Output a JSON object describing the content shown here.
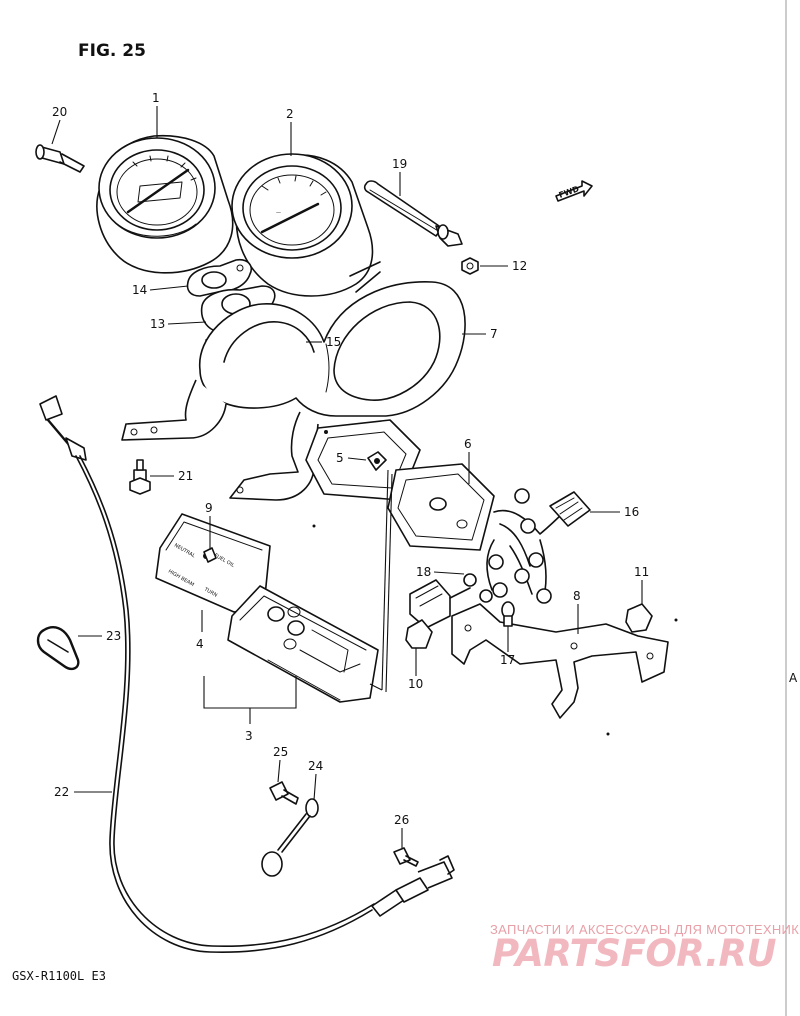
{
  "figure": {
    "title": "FIG. 25",
    "model": "GSX-R1100L  E3",
    "fwd_label": "FWD"
  },
  "instrument_labels": {
    "neutral": "NEUTRAL",
    "fuel_oil": "FUEL OIL",
    "high_beam": "HIGH BEAM",
    "turn": "TURN"
  },
  "callouts": [
    {
      "num": "1"
    },
    {
      "num": "2"
    },
    {
      "num": "3"
    },
    {
      "num": "4"
    },
    {
      "num": "5"
    },
    {
      "num": "6"
    },
    {
      "num": "7"
    },
    {
      "num": "8"
    },
    {
      "num": "9"
    },
    {
      "num": "10"
    },
    {
      "num": "11"
    },
    {
      "num": "12"
    },
    {
      "num": "13"
    },
    {
      "num": "14"
    },
    {
      "num": "15"
    },
    {
      "num": "16"
    },
    {
      "num": "17"
    },
    {
      "num": "18"
    },
    {
      "num": "19"
    },
    {
      "num": "20"
    },
    {
      "num": "21"
    },
    {
      "num": "22"
    },
    {
      "num": "23"
    },
    {
      "num": "24"
    },
    {
      "num": "25"
    },
    {
      "num": "26"
    }
  ],
  "watermark": {
    "tagline": "ЗАПЧАСТИ И АКСЕССУАРЫ ДЛЯ МОТОТЕХНИКИ",
    "brand": "PARTSFOR.RU"
  }
}
